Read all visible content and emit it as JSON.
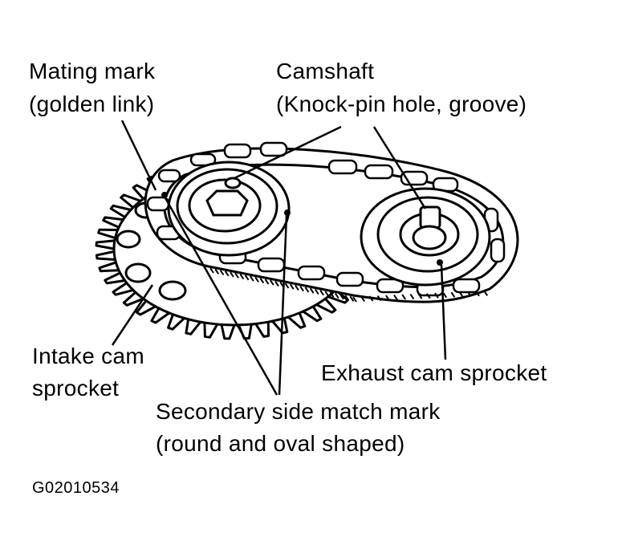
{
  "labels": {
    "mating_mark": {
      "line1": "Mating mark",
      "line2": "(golden link)"
    },
    "camshaft": {
      "line1": "Camshaft",
      "line2": "(Knock-pin hole, groove)"
    },
    "intake": {
      "line1": "Intake cam",
      "line2": "sprocket"
    },
    "exhaust": {
      "line1": "Exhaust cam sprocket"
    },
    "secondary": {
      "line1": "Secondary side match mark",
      "line2": "(round and oval shaped)"
    }
  },
  "figure_code": "G02010534",
  "colors": {
    "ink": "#000000",
    "paper": "#ffffff"
  }
}
